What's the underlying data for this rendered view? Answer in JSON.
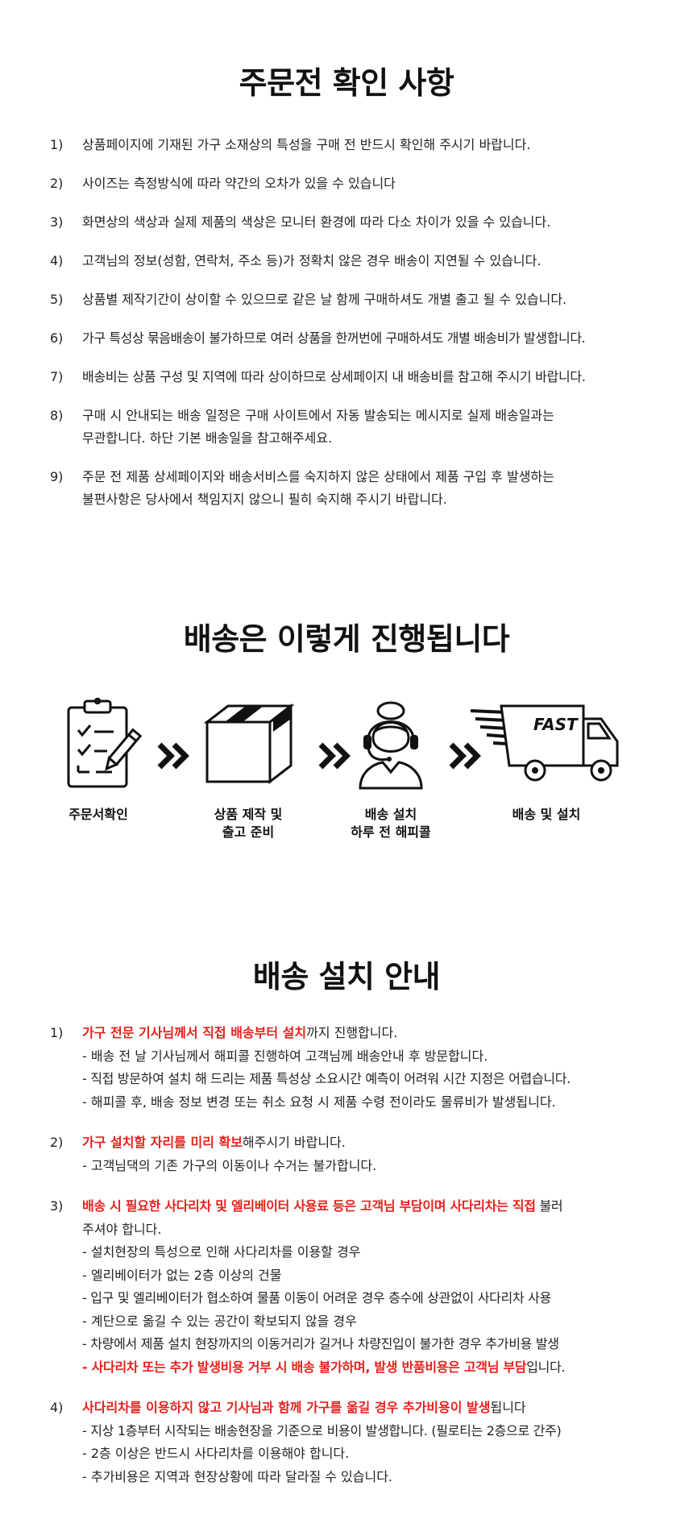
{
  "section1": {
    "title": "주문전 확인 사항",
    "items": [
      {
        "num": "1)",
        "text": "상품페이지에 기재된 가구 소재상의 특성을 구매 전 반드시 확인해 주시기 바랍니다."
      },
      {
        "num": "2)",
        "text": "사이즈는 측정방식에 따라 약간의 오차가 있을 수 있습니다"
      },
      {
        "num": "3)",
        "text": "화면상의 색상과 실제 제품의 색상은 모니터 환경에 따라 다소 차이가 있을 수 있습니다."
      },
      {
        "num": "4)",
        "text": "고객님의 정보(성함, 연락처, 주소 등)가 정확치 않은 경우 배송이 지연될 수 있습니다."
      },
      {
        "num": "5)",
        "text": "상품별 제작기간이 상이할 수 있으므로 같은 날 함께 구매하셔도 개별 출고 될 수 있습니다."
      },
      {
        "num": "6)",
        "text": "가구 특성상 묶음배송이 불가하므로 여러 상품을 한꺼번에 구매하셔도 개별 배송비가 발생합니다."
      },
      {
        "num": "7)",
        "text": "배송비는 상품 구성 및 지역에 따라 상이하므로 상세페이지 내 배송비를 참고해 주시기 바랍니다."
      },
      {
        "num": "8)",
        "line1": "구매 시 안내되는 배송 일정은 구매 사이트에서 자동 발송되는 메시지로 실제 배송일과는",
        "line2": "무관합니다. 하단 기본 배송일을 참고해주세요."
      },
      {
        "num": "9)",
        "line1": "주문 전 제품 상세페이지와 배송서비스를 숙지하지 않은 상태에서 제품 구입 후 발생하는",
        "line2": "불편사항은 당사에서 책임지지 않으니 필히 숙지해 주시기 바랍니다."
      }
    ]
  },
  "section2": {
    "title": "배송은 이렇게 진행됩니다",
    "truck_text": "FAST",
    "steps": [
      {
        "icon": "clipboard-checklist-icon",
        "line1": "주문서확인",
        "line2": ""
      },
      {
        "icon": "box-icon",
        "line1": "상품 제작 및",
        "line2": "출고 준비"
      },
      {
        "icon": "headset-operator-icon",
        "line1": "배송 설치",
        "line2": "하루 전 해피콜"
      },
      {
        "icon": "fast-truck-icon",
        "line1": "배송 및 설치",
        "line2": ""
      }
    ]
  },
  "section3": {
    "title": "배송 설치 안내",
    "items": [
      {
        "num": "1)",
        "lead_red": "가구 전문 기사님께서 직접 배송부터 설치",
        "lead_rest": "까지 진행합니다.",
        "subs": [
          "- 배송 전 날 기사님께서 해피콜 진행하여 고객님께 배송안내 후 방문합니다.",
          "- 직접 방문하여 설치 해 드리는 제품 특성상 소요시간 예측이 어려워 시간 지정은 어렵습니다.",
          "- 해피콜 후, 배송 정보 변경 또는 취소 요청 시 제품 수령 전이라도 물류비가 발생됩니다."
        ]
      },
      {
        "num": "2)",
        "lead_red": "가구 설치할 자리를 미리 확보",
        "lead_rest": "해주시기 바랍니다.",
        "subs": [
          "- 고객님댁의 기존 가구의 이동이나 수거는 불가합니다."
        ]
      },
      {
        "num": "3)",
        "lead_red": "배송 시 필요한 사다리차 및 엘리베이터 사용료 등은 고객님 부담이며 사다리차는 직접",
        "lead_rest": " 불러",
        "lead_line2": "주셔야 합니다.",
        "subs": [
          "- 설치현장의 특성으로 인해 사다리차를 이용할 경우",
          "- 엘리베이터가 없는 2층 이상의 건물",
          "- 입구 및 엘리베이터가 협소하여 물품 이동이 어려운 경우 층수에 상관없이 사다리차 사용",
          "- 계단으로 옮길 수 있는 공간이 확보되지 않을 경우",
          "- 차량에서 제품 설치 현장까지의 이동거리가 길거나 차량진입이 불가한 경우 추가비용 발생"
        ],
        "last_red": "- 사다리차 또는 추가 발생비용 거부 시 배송 불가하며, 발생 반품비용은 고객님 부담",
        "last_rest": "입니다."
      },
      {
        "num": "4)",
        "lead_red": "사다리차를 이용하지 않고 기사님과 함께 가구를 옮길 경우 추가비용이 발생",
        "lead_rest": "됩니다",
        "subs": [
          "- 지상 1층부터 시작되는 배송현장을 기준으로 비용이 발생합니다. (필로티는 2층으로 간주)",
          "- 2층 이상은 반드시 사다리차를 이용해야 합니다.",
          "- 추가비용은 지역과 현장상황에 따라 달라질 수 있습니다."
        ]
      }
    ]
  }
}
